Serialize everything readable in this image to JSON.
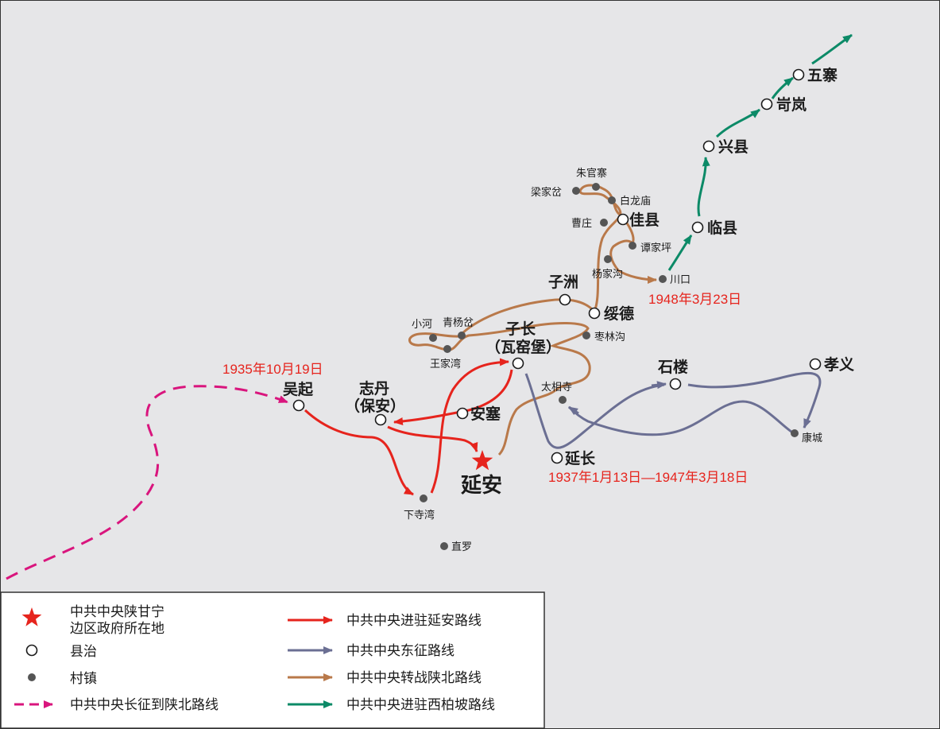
{
  "colors": {
    "background": "#e6e6e8",
    "red_route": "#e6241d",
    "east_route": "#6b6f93",
    "brown_route": "#b9794a",
    "green_route": "#0c8a67",
    "long_march": "#d9157d",
    "star": "#e6241d"
  },
  "places": {
    "wuqi": "吴起",
    "zhidan": "志丹",
    "baoan": "（保安）",
    "ansai": "安塞",
    "zichang": "子长",
    "wayaobao": "（瓦窑堡）",
    "yanan": "延安",
    "yanchang": "延长",
    "xiasiwan": "下寺湾",
    "zhiluo": "直罗",
    "taixiangsi": "太相寺",
    "zaolingou": "枣林沟",
    "xiaohe": "小河",
    "qingyangcha": "青杨岔",
    "wangjiawan": "王家湾",
    "zizhou": "子洲",
    "suide": "绥德",
    "jiaxian": "佳县",
    "zhuguanzhai": "朱官寨",
    "liangjiacha": "梁家岔",
    "bailongmiao": "白龙庙",
    "caozhuang": "曹庄",
    "tanjiaping": "谭家坪",
    "yangjiagou": "杨家沟",
    "chuankou": "川口",
    "linxian": "临县",
    "xingxian": "兴县",
    "kelan": "岢岚",
    "wuzhai": "五寨",
    "shilou": "石楼",
    "xiaoyi": "孝义",
    "kangcheng": "康城"
  },
  "dates": {
    "d1935": "1935年10月19日",
    "d1937": "1937年1月13日—1947年3月18日",
    "d1948": "1948年3月23日"
  },
  "legend": {
    "star_line1": "中共中央陕甘宁",
    "star_line2": "边区政府所在地",
    "county": "县治",
    "village": "村镇",
    "long_march": "中共中央长征到陕北路线",
    "yanan_route": "中共中央进驻延安路线",
    "east_route": "中共中央东征路线",
    "north_shaanxi_route": "中共中央转战陕北路线",
    "xibaipo_route": "中共中央进驻西柏坡路线"
  }
}
